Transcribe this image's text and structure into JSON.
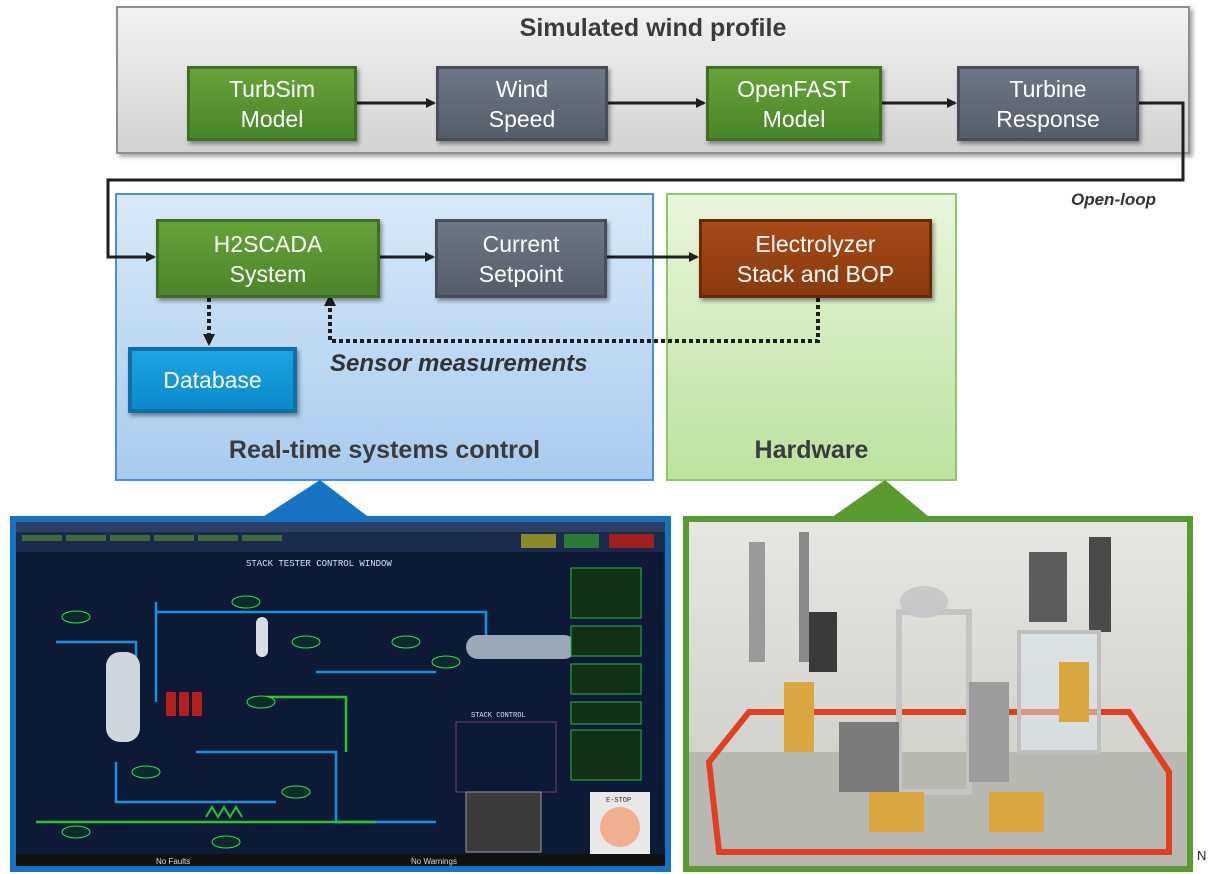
{
  "panels": {
    "simulated": "Simulated wind profile",
    "realtime": "Real-time systems control",
    "hardware": "Hardware"
  },
  "blocks": {
    "turbsim": [
      "TurbSim",
      "Model"
    ],
    "wind_speed": [
      "Wind",
      "Speed"
    ],
    "openfast": [
      "OpenFAST",
      "Model"
    ],
    "turbine_response": [
      "Turbine",
      "Response"
    ],
    "h2scada": [
      "H2SCADA",
      "System"
    ],
    "current_setpoint": [
      "Current",
      "Setpoint"
    ],
    "electrolyzer": [
      "Electrolyzer",
      "Stack and BOP"
    ],
    "database": "Database"
  },
  "labels": {
    "open_loop": "Open-loop",
    "sensor_measurements": "Sensor measurements"
  },
  "scada": {
    "window_title": "STACK TESTER CONTROL WINDOW",
    "stack_control": "STACK CONTROL",
    "status_left": "No Faults",
    "status_right": "No Warnings",
    "estop": "E-STOP"
  },
  "corner_mark": "N",
  "colors": {
    "green_block": "#4f8a2c",
    "gray_block": "#5f6773",
    "brown_block": "#953f12",
    "database_blue": "#129ad8",
    "rt_border": "#4b8ed2",
    "hw_border": "#8fc66b"
  }
}
